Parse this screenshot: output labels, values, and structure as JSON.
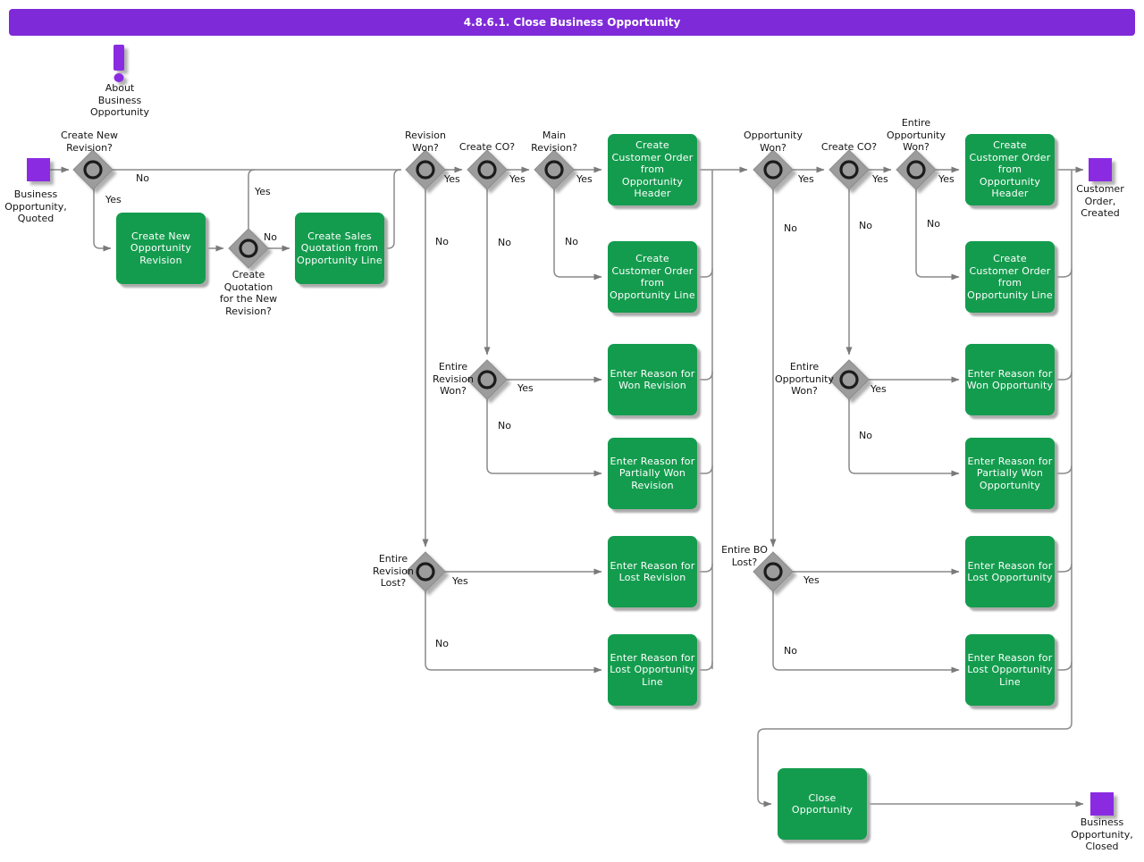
{
  "header": {
    "title": "4.8.6.1. Close Business Opportunity"
  },
  "colors": {
    "header_purple": "#7E2AD8",
    "event_purple": "#8A2BE2",
    "activity_green": "#149C4E",
    "decision_gray": "#9C9C9C",
    "connector_gray": "#8A8A8A"
  },
  "labels": {
    "yes": "Yes",
    "no": "No"
  },
  "about_note": {
    "text": "About\nBusiness\nOpportunity"
  },
  "events": {
    "start": {
      "label": "Business\nOpportunity,\nQuoted"
    },
    "customer_order_created": {
      "label": "Customer\nOrder,\nCreated"
    },
    "business_opportunity_closed": {
      "label": "Business\nOpportunity,\nClosed"
    }
  },
  "decisions": {
    "create_new_revision": {
      "label": "Create New\nRevision?"
    },
    "create_quotation_new_revision": {
      "label": "Create\nQuotation\nfor the New\nRevision?"
    },
    "revision_won": {
      "label": "Revision\nWon?"
    },
    "create_co_1": {
      "label": "Create CO?"
    },
    "main_revision": {
      "label": "Main\nRevision?"
    },
    "entire_revision_won": {
      "label": "Entire\nRevision\nWon?"
    },
    "entire_revision_lost": {
      "label": "Entire\nRevision\nLost?"
    },
    "opportunity_won": {
      "label": "Opportunity\nWon?"
    },
    "create_co_2": {
      "label": "Create CO?"
    },
    "entire_opportunity_won_top": {
      "label": "Entire\nOpportunity\nWon?"
    },
    "entire_opportunity_won_low": {
      "label": "Entire\nOpportunity\nWon?"
    },
    "entire_bo_lost": {
      "label": "Entire BO\nLost?"
    }
  },
  "activities": {
    "create_new_opportunity_revision": {
      "label": "Create New\nOpportunity\nRevision"
    },
    "create_sales_quotation_from_opportunity_line": {
      "label": "Create Sales\nQuotation from\nOpportunity Line"
    },
    "create_co_from_opportunity_header_left": {
      "label": "Create\nCustomer Order\nfrom\nOpportunity\nHeader"
    },
    "create_co_from_opportunity_line_left": {
      "label": "Create\nCustomer Order\nfrom\nOpportunity Line"
    },
    "enter_reason_won_revision": {
      "label": "Enter Reason for\nWon Revision"
    },
    "enter_reason_partially_won_revision": {
      "label": "Enter Reason for\nPartially Won\nRevision"
    },
    "enter_reason_lost_revision": {
      "label": "Enter Reason for\nLost Revision"
    },
    "enter_reason_lost_opportunity_line_left": {
      "label": "Enter Reason for\nLost Opportunity\nLine"
    },
    "create_co_from_opportunity_header_right": {
      "label": "Create\nCustomer Order\nfrom\nOpportunity\nHeader"
    },
    "create_co_from_opportunity_line_right": {
      "label": "Create\nCustomer Order\nfrom\nOpportunity Line"
    },
    "enter_reason_won_opportunity": {
      "label": "Enter Reason for\nWon Opportunity"
    },
    "enter_reason_partially_won_opportunity": {
      "label": "Enter Reason for\nPartially Won\nOpportunity"
    },
    "enter_reason_lost_opportunity": {
      "label": "Enter Reason for\nLost Opportunity"
    },
    "enter_reason_lost_opportunity_line_right": {
      "label": "Enter Reason for\nLost Opportunity\nLine"
    },
    "close_opportunity": {
      "label": "Close\nOpportunity"
    }
  }
}
